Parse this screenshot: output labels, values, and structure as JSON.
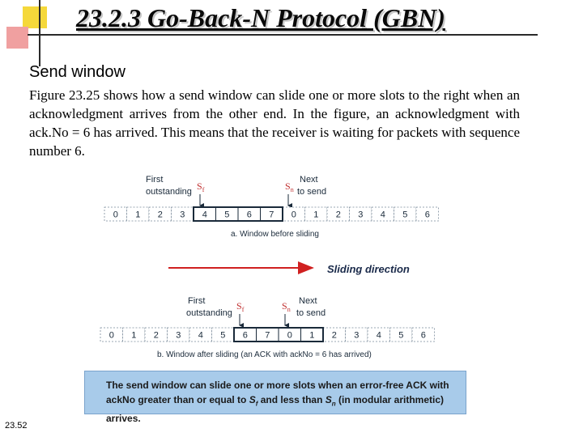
{
  "slide": {
    "title": "23.2.3 Go-Back-N Protocol (GBN)",
    "subheading": "Send window",
    "body": "Figure 23.25 shows how a send window can slide one or more slots to the right when an acknowledgment arrives from the other end. In the figure, an acknowledgment with ack.No = 6 has arrived. This means that the receiver is waiting for packets with sequence number 6.",
    "page_number": "23.52"
  },
  "figure": {
    "labels": {
      "first_line1": "First",
      "first_line2": "outstanding",
      "next_line1": "Next",
      "next_line2": "to send",
      "sf": "S",
      "sf_sub": "f",
      "sn": "S",
      "sn_sub": "n"
    },
    "before": {
      "sequence": [
        "0",
        "1",
        "2",
        "3",
        "4",
        "5",
        "6",
        "7",
        "0",
        "1",
        "2",
        "3",
        "4",
        "5",
        "6"
      ],
      "window_start": 4,
      "window_end": 8,
      "caption": "a. Window before sliding"
    },
    "direction_label": "Sliding direction",
    "after": {
      "sequence": [
        "0",
        "1",
        "2",
        "3",
        "4",
        "5",
        "6",
        "7",
        "0",
        "1",
        "2",
        "3",
        "4",
        "5",
        "6"
      ],
      "window_start": 6,
      "window_end": 10,
      "caption": "b. Window after sliding (an ACK with ackNo = 6 has arrived)"
    },
    "colors": {
      "window_border": "#1a2a3a",
      "arrow": "#d02020",
      "pointer": "#c03030",
      "note_bg": "#a8cbea"
    }
  },
  "note": {
    "line1": "The send window can slide one or more slots when an error-free ACK with",
    "line2_a": "ackNo greater than or equal to ",
    "sf": "S",
    "sf_sub": "f",
    "line2_b": " and less than ",
    "sn": "S",
    "sn_sub": "n",
    "line2_c": " (in modular arithmetic) arrives."
  }
}
